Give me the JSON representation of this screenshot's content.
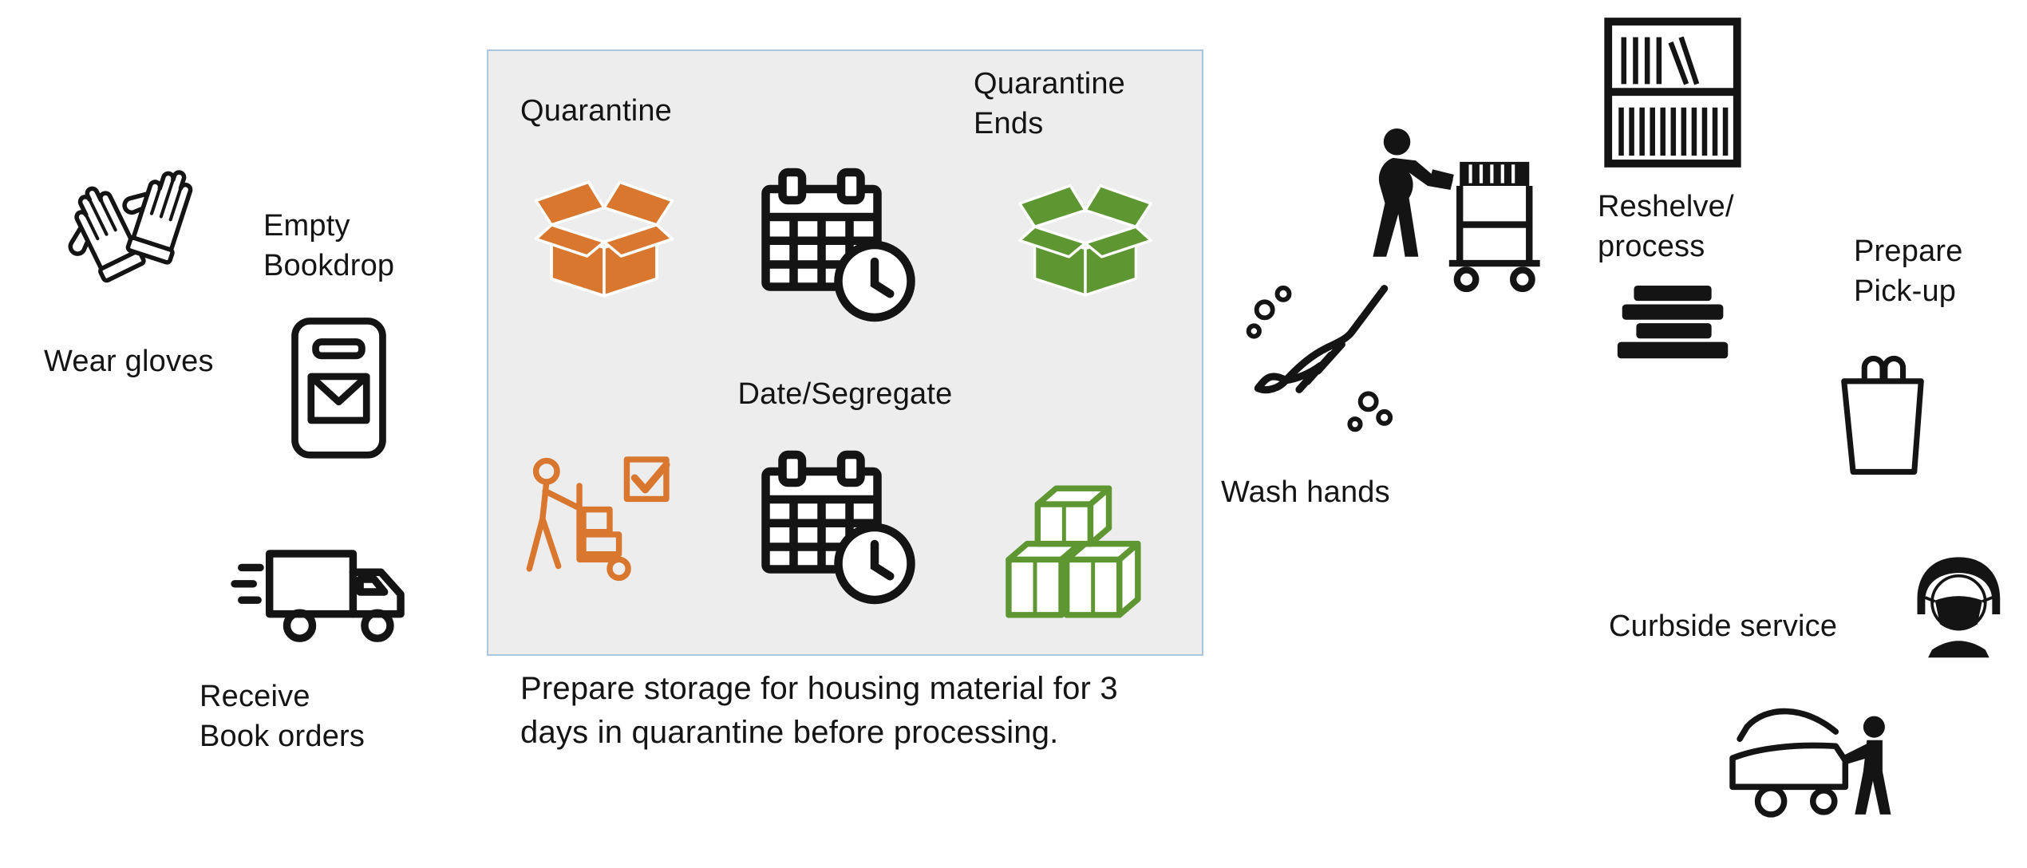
{
  "labels": {
    "wear_gloves": "Wear gloves",
    "empty_bookdrop": "Empty\nBookdrop",
    "receive_book_orders": "Receive\nBook orders",
    "quarantine": "Quarantine",
    "quarantine_ends": "Quarantine\nEnds",
    "date_segregate": "Date/Segregate",
    "quarantine_note": "Prepare storage for housing material for 3\ndays in quarantine before processing.",
    "wash_hands": "Wash hands",
    "reshelve_process": "Reshelve/\nprocess",
    "prepare_pickup": "Prepare\nPick-up",
    "curbside_service": "Curbside service"
  },
  "colors": {
    "ink": "#141414",
    "accent-orange": "#D9772F",
    "accent-green": "#5E9732",
    "panel-bg": "#EDEDED",
    "panel-border": "#A9C5E2",
    "canvas-bg": "#FFFFFF"
  },
  "icons": [
    "gloves-icon",
    "bookdrop-icon",
    "delivery-truck-icon",
    "open-box-orange-icon",
    "calendar-clock-icon",
    "open-box-green-icon",
    "worker-dolly-checklist-icon",
    "stacked-boxes-icon",
    "book-cart-icon",
    "wash-hands-icon",
    "bookshelf-icon",
    "book-stack-icon",
    "shopping-bag-icon",
    "masked-person-icon",
    "car-trunk-loading-icon"
  ]
}
